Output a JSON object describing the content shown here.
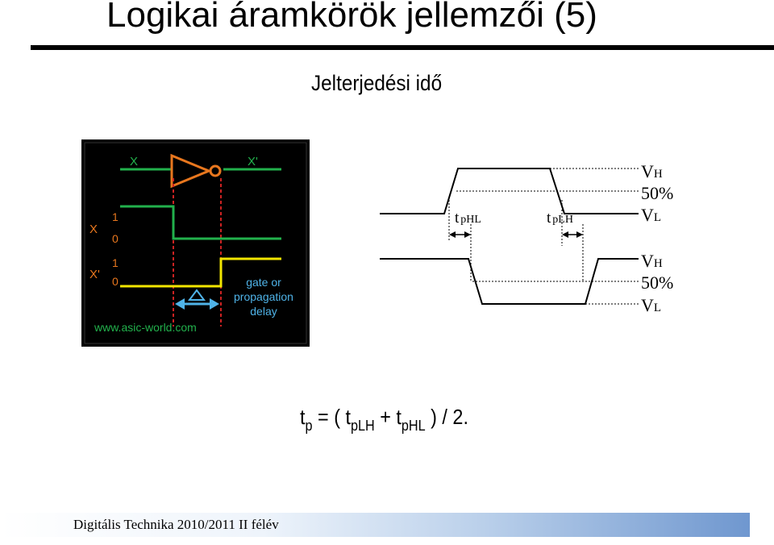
{
  "header": {
    "title": "Logikai áramkörök jellemzői (5)",
    "subtitle": "Jelterjedési idő"
  },
  "scope_image": {
    "label_x": "X",
    "label_x_prime": "X'",
    "label_row_x": "X",
    "label_row_x_prime": "X'",
    "level_one_top": "1",
    "level_zero_top": "0",
    "level_one_bottom": "1",
    "level_zero_bottom": "0",
    "delay_line1": "gate or",
    "delay_line2": "propagation",
    "delay_line3": "delay",
    "watermark": "www.asic-world.com",
    "colors": {
      "green": "#22b14c",
      "yellow": "#f2e600",
      "orange": "#e8771e",
      "red": "#cc2222",
      "cyan": "#4fb3e8",
      "background": "#000000"
    }
  },
  "timing_diagram": {
    "tphl_base": "t",
    "tphl_sub": "pHL",
    "tplh_base": "t",
    "tplh_sub": "pLH",
    "top_vh_base": "V",
    "top_vh_sub": "H",
    "top_fifty": "50%",
    "top_vl_base": "V",
    "top_vl_sub": "L",
    "bottom_vh_base": "V",
    "bottom_vh_sub": "H",
    "bottom_fifty": "50%",
    "bottom_vl_base": "V",
    "bottom_vl_sub": "L"
  },
  "formula": {
    "tp": "t",
    "tp_sub": "p",
    "equals_open": " = ( t",
    "tplh_sub": "pLH",
    "plus": " + t",
    "tphl_sub": "pHL",
    "close": " ) / 2."
  },
  "footer": {
    "text": "Digitális Technika 2010/2011 II félév"
  }
}
